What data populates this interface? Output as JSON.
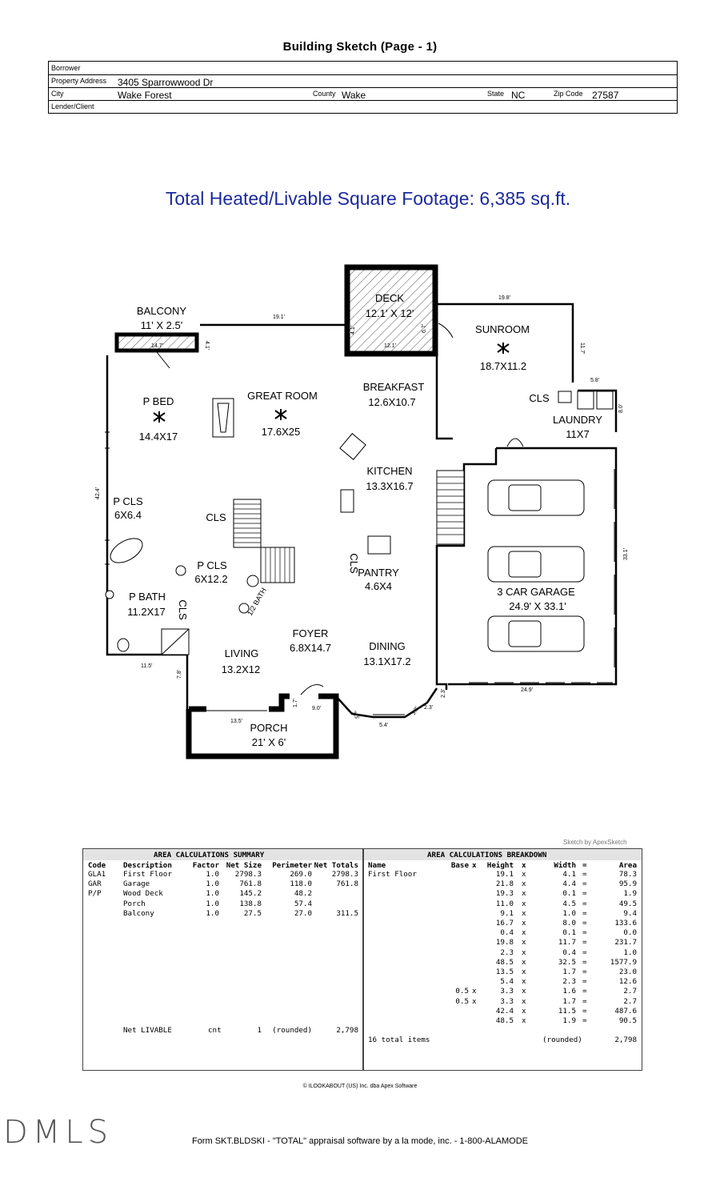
{
  "page_title": "Building Sketch (Page - 1)",
  "header": {
    "borrower_label": "Borrower",
    "borrower": "",
    "address_label": "Property Address",
    "address": "3405 Sparrowwood Dr",
    "city_label": "City",
    "city": "Wake Forest",
    "county_label": "County",
    "county": "Wake",
    "state_label": "State",
    "state": "NC",
    "zip_label": "Zip Code",
    "zip": "27587",
    "lender_label": "Lender/Client",
    "lender": ""
  },
  "heated_banner": "Total Heated/Livable Square Footage: 6,385 sq.ft.",
  "rooms": {
    "balcony": "BALCONY",
    "balcony_dim": "11' X 2.5'",
    "deck": "DECK",
    "deck_dim": "12.1' X 12'",
    "sunroom": "SUNROOM",
    "sunroom_dim": "18.7X11.2",
    "breakfast": "BREAKFAST",
    "breakfast_dim": "12.6X10.7",
    "pbed": "P BED",
    "pbed_dim": "14.4X17",
    "great_room": "GREAT ROOM",
    "great_room_dim": "17.6X25",
    "cls": "CLS",
    "laundry": "LAUNDRY",
    "laundry_dim": "11X7",
    "kitchen": "KITCHEN",
    "kitchen_dim": "13.3X16.7",
    "pcls1": "P CLS",
    "pcls1_dim": "6X6.4",
    "pantry": "PANTRY",
    "pantry_dim": "4.6X4",
    "pcls2": "P CLS",
    "pcls2_dim": "6X12.2",
    "garage": "3 CAR GARAGE",
    "garage_dim": "24.9' X 33.1'",
    "pbath": "P BATH",
    "pbath_dim": "11.2X17",
    "half_bath": "1/2 BATH",
    "foyer": "FOYER",
    "foyer_dim": "6.8X14.7",
    "dining": "DINING",
    "dining_dim": "13.1X17.2",
    "living": "LIVING",
    "living_dim": "13.2X12",
    "porch": "PORCH",
    "porch_dim": "21' X 6'"
  },
  "dims": {
    "d191": "19.1'",
    "d198": "19.8'",
    "d147": "14.7'",
    "d41a": "4.1'",
    "d41b": "4.1'",
    "d121": "12.1'",
    "d67": "6.7'",
    "d117": "11.7'",
    "d58": "5.8'",
    "d80": "8.0'",
    "d424": "42.4'",
    "d331": "33.1'",
    "d115": "11.5'",
    "d78": "7.8'",
    "d90": "9.0'",
    "d17": "1.7'",
    "d135": "13.5'",
    "d54": "5.4'",
    "d33a": "3.3'",
    "d33b": "3.3'",
    "d23a": "2.3'",
    "d23b": "2.3'",
    "d249": "24.9'"
  },
  "sketch_credit": "Sketch by ApexSketch",
  "summary": {
    "title": "AREA CALCULATIONS SUMMARY",
    "headers": [
      "Code",
      "Description",
      "Factor",
      "Net Size",
      "Perimeter",
      "Net Totals"
    ],
    "rows": [
      [
        "GLA1",
        "First Floor",
        "1.0",
        "2798.3",
        "269.0",
        "2798.3"
      ],
      [
        "GAR",
        "Garage",
        "1.0",
        "761.8",
        "118.0",
        "761.8"
      ],
      [
        "P/P",
        "Wood Deck",
        "1.0",
        "145.2",
        "48.2",
        ""
      ],
      [
        "",
        "Porch",
        "1.0",
        "138.8",
        "57.4",
        ""
      ],
      [
        "",
        "Balcony",
        "1.0",
        "27.5",
        "27.0",
        "311.5"
      ]
    ],
    "footer": [
      "Net LIVABLE",
      "cnt",
      "1",
      "(rounded)",
      "2,798"
    ]
  },
  "breakdown": {
    "title": "AREA CALCULATIONS BREAKDOWN",
    "headers": [
      "Name",
      "Base",
      "x",
      "Height",
      "x",
      "Width",
      "=",
      "Area"
    ],
    "first_name": "First Floor",
    "rows": [
      [
        "",
        "19.1",
        "4.1",
        "78.3"
      ],
      [
        "",
        "21.8",
        "4.4",
        "95.9"
      ],
      [
        "",
        "19.3",
        "0.1",
        "1.9"
      ],
      [
        "",
        "11.0",
        "4.5",
        "49.5"
      ],
      [
        "",
        "9.1",
        "1.0",
        "9.4"
      ],
      [
        "",
        "16.7",
        "8.0",
        "133.6"
      ],
      [
        "",
        "0.4",
        "0.1",
        "0.0"
      ],
      [
        "",
        "19.8",
        "11.7",
        "231.7"
      ],
      [
        "",
        "2.3",
        "0.4",
        "1.0"
      ],
      [
        "",
        "48.5",
        "32.5",
        "1577.9"
      ],
      [
        "",
        "13.5",
        "1.7",
        "23.0"
      ],
      [
        "",
        "5.4",
        "2.3",
        "12.6"
      ],
      [
        "0.5",
        "3.3",
        "1.6",
        "2.7"
      ],
      [
        "0.5",
        "3.3",
        "1.7",
        "2.7"
      ],
      [
        "",
        "42.4",
        "11.5",
        "487.6"
      ],
      [
        "",
        "48.5",
        "1.9",
        "90.5"
      ]
    ],
    "footer": [
      "16 total items",
      "(rounded)",
      "2,798"
    ]
  },
  "copyright": "© ILOOKABOUT (US) Inc. dba Apex Software",
  "form_line": "Form SKT.BLDSKI - \"TOTAL\" appraisal software by a la mode, inc. - 1-800-ALAMODE",
  "watermark": "DMLS"
}
